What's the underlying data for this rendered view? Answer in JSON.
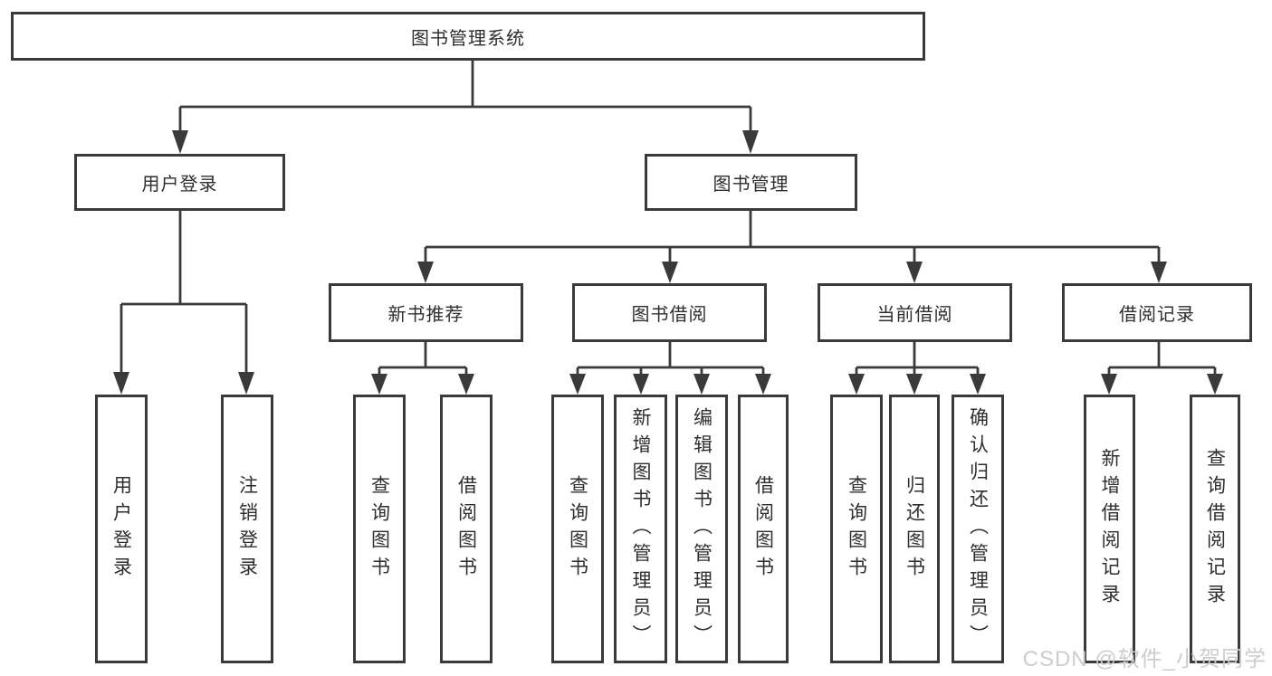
{
  "page": {
    "background": "#ffffff"
  },
  "watermark": {
    "text": "CSDN @软件_小贺同学",
    "color": "#cacaca"
  },
  "diagram": {
    "type": "hierarchy-tree",
    "line_color": "#3a3a3a",
    "text_color": "#2e2e2e",
    "nodes": {
      "root": {
        "label": "图书管理系统"
      },
      "user_login": {
        "label": "用户登录"
      },
      "book_mgmt": {
        "label": "图书管理"
      },
      "new_book": {
        "label": "新书推荐"
      },
      "book_borrow": {
        "label": "图书借阅"
      },
      "current_borrow": {
        "label": "当前借阅"
      },
      "borrow_record": {
        "label": "借阅记录"
      },
      "ul_login": {
        "label": "用户登录"
      },
      "ul_logout": {
        "label": "注销登录"
      },
      "nb_query": {
        "label": "查询图书"
      },
      "nb_borrow": {
        "label": "借阅图书"
      },
      "bb_query": {
        "label": "查询图书"
      },
      "bb_add": {
        "label": "新增图书（管理员）"
      },
      "bb_edit": {
        "label": "编辑图书（管理员）"
      },
      "bb_borrow": {
        "label": "借阅图书"
      },
      "cb_query": {
        "label": "查询图书"
      },
      "cb_return": {
        "label": "归还图书"
      },
      "cb_confirm": {
        "label": "确认归还（管理员）"
      },
      "br_add": {
        "label": "新增借阅记录"
      },
      "br_query": {
        "label": "查询借阅记录"
      }
    },
    "hierarchy": {
      "图书管理系统": {
        "用户登录": [
          "用户登录",
          "注销登录"
        ],
        "图书管理": {
          "新书推荐": [
            "查询图书",
            "借阅图书"
          ],
          "图书借阅": [
            "查询图书",
            "新增图书（管理员）",
            "编辑图书（管理员）",
            "借阅图书"
          ],
          "当前借阅": [
            "查询图书",
            "归还图书",
            "确认归还（管理员）"
          ],
          "借阅记录": [
            "新增借阅记录",
            "查询借阅记录"
          ]
        }
      }
    }
  }
}
